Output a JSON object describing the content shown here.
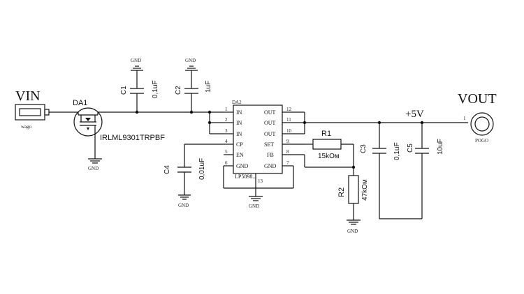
{
  "connectors": {
    "vin_label": "VIN",
    "vin_sub": "wago",
    "vout_label": "VOUT",
    "vout_sub": "POGO",
    "vout_pin": "1"
  },
  "mosfet": {
    "ref": "DA1",
    "part": "IRLML9301TRPBF"
  },
  "ic": {
    "ref": "DA2",
    "part": "LP5898...",
    "pins_left": [
      {
        "num": "1",
        "name": "IN"
      },
      {
        "num": "2",
        "name": "IN"
      },
      {
        "num": "3",
        "name": "IN"
      },
      {
        "num": "4",
        "name": "CP"
      },
      {
        "num": "5",
        "name": "EN"
      },
      {
        "num": "6",
        "name": "GND"
      }
    ],
    "pins_right": [
      {
        "num": "12",
        "name": "OUT"
      },
      {
        "num": "11",
        "name": "OUT"
      },
      {
        "num": "10",
        "name": "OUT"
      },
      {
        "num": "9",
        "name": "SET"
      },
      {
        "num": "8",
        "name": "FB"
      },
      {
        "num": "7",
        "name": "GND"
      }
    ],
    "bottom_pin": "13"
  },
  "components": {
    "c1_ref": "C1",
    "c1_val": "0,1uF",
    "c2_ref": "C2",
    "c2_val": "1uF",
    "c3_ref": "C3",
    "c3_val": "0,1uF",
    "c4_ref": "C4",
    "c4_val": "0,01uF",
    "c5_ref": "C5",
    "c5_val": "10uF",
    "r1_ref": "R1",
    "r1_val": "15kOм",
    "r2_ref": "R2",
    "r2_val": "47kOм"
  },
  "rail_label": "+5V",
  "gnd_label": "GND"
}
